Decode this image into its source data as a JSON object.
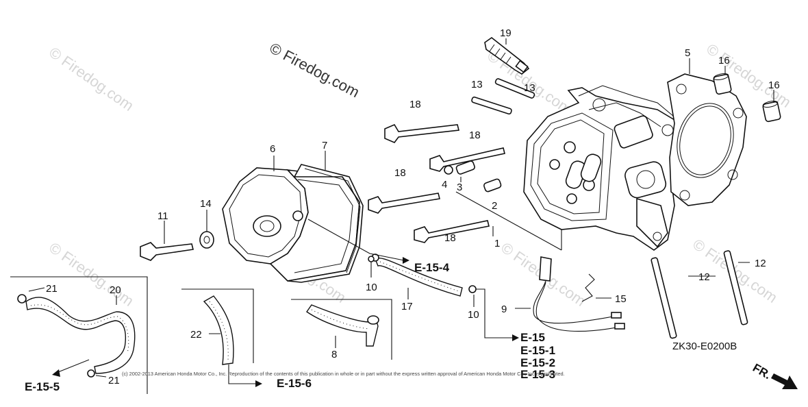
{
  "watermark_main": "© Firedog.com",
  "watermark_faint": "© Firedog.com",
  "diagram_code": "ZK30-E0200B",
  "front_label": "FR.",
  "copyright": "(c) 2002-2013 American Honda Motor Co., Inc. Reproduction of the contents of this publication in whole or in part without the express written approval of American Honda Motor Co., Inc is prohibited.",
  "callouts": {
    "c1": "1",
    "c2": "2",
    "c3": "3",
    "c4": "4",
    "c5": "5",
    "c6": "6",
    "c7": "7",
    "c8": "8",
    "c9": "9",
    "c10a": "10",
    "c10b": "10",
    "c11": "11",
    "c12a": "12",
    "c12b": "12",
    "c13a": "13",
    "c13b": "13",
    "c14": "14",
    "c15": "15",
    "c16a": "16",
    "c16b": "16",
    "c17": "17",
    "c18a": "18",
    "c18b": "18",
    "c18c": "18",
    "c18d": "18",
    "c19": "19",
    "c20": "20",
    "c21a": "21",
    "c21b": "21",
    "c22": "22"
  },
  "refs": {
    "e154": "E-15-4",
    "e155": "E-15-5",
    "e156": "E-15-6",
    "e15": "E-15",
    "e151": "E-15-1",
    "e152": "E-15-2",
    "e153": "E-15-3"
  }
}
